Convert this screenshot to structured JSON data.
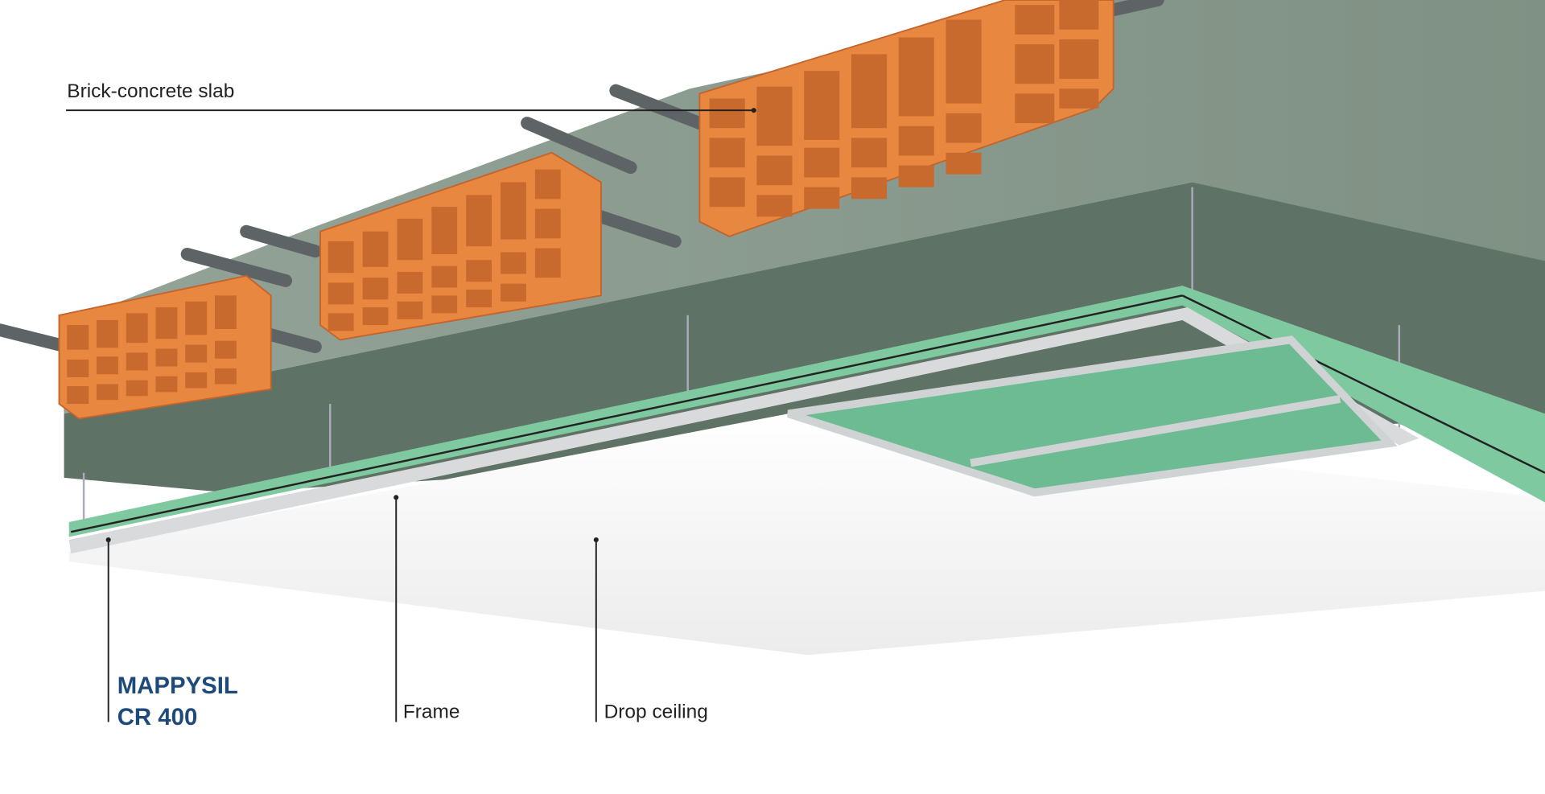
{
  "diagram": {
    "labels": {
      "slab": "Brick-concrete slab",
      "frame": "Frame",
      "drop_ceiling": "Drop ceiling",
      "product_line1": "MAPPYSIL",
      "product_line2": "CR 400"
    },
    "colors": {
      "concrete": "#8b9a8e",
      "concrete_face": "#5f7266",
      "brick": "#e8873f",
      "board_green": "#7fc9a0",
      "ceiling": "#f4f4f4",
      "product_text": "#1d4a7a"
    }
  }
}
